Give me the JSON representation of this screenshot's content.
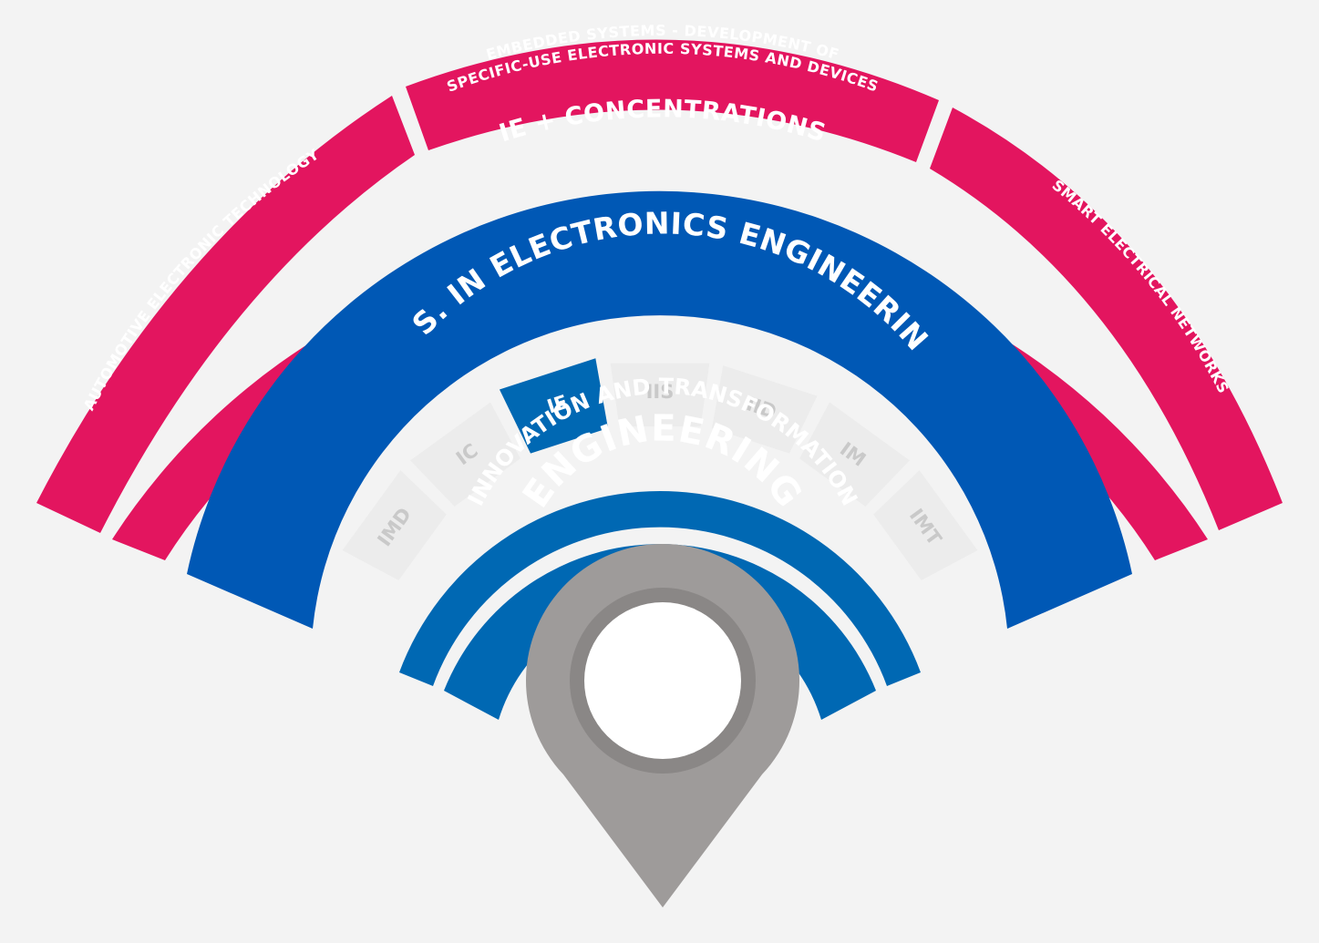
{
  "outer_ring": {
    "left_label": "AUTOMOTIVE ELECTRONIC TECHNOLOGY",
    "top_label_line1": "EMBEDDED SYSTEMS - DEVELOPMENT OF",
    "top_label_line2": "SPECIFIC-USE ELECTRONIC SYSTEMS AND DEVICES",
    "right_label": "SMART ELECTRICAL NETWORKS",
    "color": "#e3155f"
  },
  "concentrations_band": {
    "label": "IE + CONCENTRATIONS",
    "color": "#e3155f"
  },
  "degree_band": {
    "label": "B. S. IN ELECTRONICS ENGINEERING",
    "color": "#0058b5"
  },
  "programs": {
    "items": [
      {
        "label": "IMD",
        "active": false
      },
      {
        "label": "IC",
        "active": false
      },
      {
        "label": "IE",
        "active": true
      },
      {
        "label": "IIS",
        "active": false
      },
      {
        "label": "IID",
        "active": false
      },
      {
        "label": "IM",
        "active": false
      },
      {
        "label": "IMT",
        "active": false
      }
    ],
    "active_color": "#0068b3",
    "inactive_color": "#ececec",
    "inactive_text_color": "#c9c9c9"
  },
  "school": {
    "line1": "INNOVATION AND TRANSFORMATION",
    "line2": "ENGINEERING",
    "color": "#0068b3"
  },
  "pin": {
    "icon": "location-pin-icon",
    "color": "#9e9b9a",
    "ring_color": "#8a8786"
  }
}
